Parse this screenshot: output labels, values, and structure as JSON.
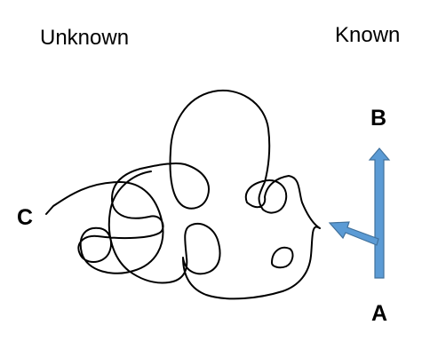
{
  "labels": {
    "unknown": "Unknown",
    "known": "Known",
    "point_b": "B",
    "point_c": "C",
    "point_a": "A"
  },
  "colors": {
    "scribble_stroke": "#000000",
    "arrow_fill": "#5b9bd5",
    "arrow_stroke": "#41719c",
    "text": "#000000",
    "background": "#ffffff"
  },
  "icons": {
    "scribble": "tangled-path-scribble",
    "vertical_arrow": "up-arrow",
    "diagonal_arrow": "left-diagonal-arrow"
  }
}
